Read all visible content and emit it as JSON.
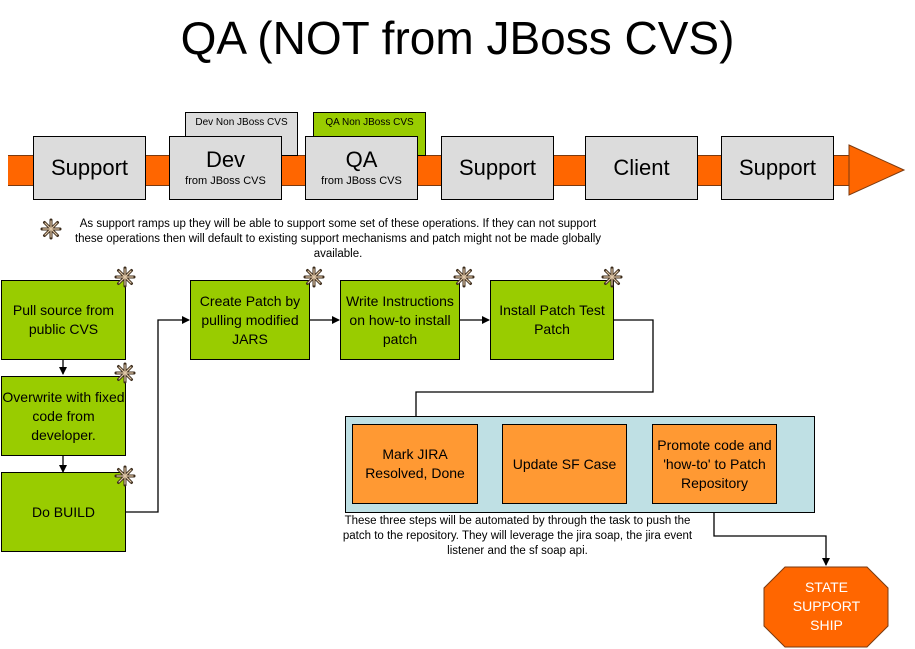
{
  "title": "QA (NOT from JBoss CVS)",
  "colors": {
    "band": "#ff6600",
    "stage": "#dcdcdc",
    "green_step": "#99cc00",
    "orange_step": "#ff9933",
    "automation_bg": "#bfe0e4",
    "end_state": "#ff6600"
  },
  "timeline": {
    "stages": [
      {
        "label": "Support",
        "sub": ""
      },
      {
        "label": "Dev",
        "sub": "from JBoss CVS"
      },
      {
        "label": "QA",
        "sub": "from JBoss CVS"
      },
      {
        "label": "Support",
        "sub": ""
      },
      {
        "label": "Client",
        "sub": ""
      },
      {
        "label": "Support",
        "sub": ""
      }
    ],
    "tabs": [
      {
        "label": "Dev Non JBoss CVS"
      },
      {
        "label": "QA Non JBoss CVS"
      }
    ]
  },
  "legend": {
    "icon": "asterisk-star-icon",
    "text": "As support ramps up they will be able to support some set of these operations.  If they can not support these operations then will default to existing support mechanisms and patch might not be made globally available."
  },
  "steps": {
    "pull_source": "Pull source from public CVS",
    "overwrite": "Overwrite with fixed code from developer.",
    "do_build": "Do BUILD",
    "create_patch": "Create Patch by pulling modified JARS",
    "write_instructions": "Write Instructions on how-to install patch",
    "install_patch": "Install Patch Test Patch",
    "mark_jira": "Mark JIRA Resolved, Done",
    "update_sf": "Update SF Case",
    "promote_code": "Promote code and 'how-to' to Patch Repository"
  },
  "automation_note": "These three steps will be automated by through the task to push the patch to the repository.   They will leverage the jira soap, the jira event listener and the sf soap api.",
  "end_state": {
    "line1": "STATE",
    "line2": "SUPPORT",
    "line3": "SHIP"
  }
}
